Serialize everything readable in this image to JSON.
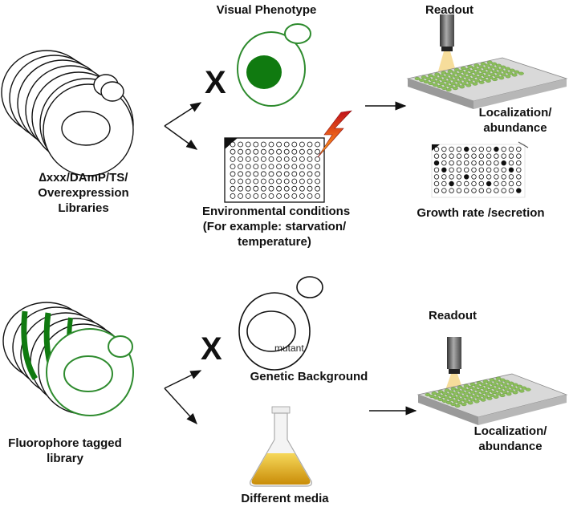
{
  "colors": {
    "green": "#2e8b2e",
    "dark_green": "#107a10",
    "well_green": "#8bbf5a",
    "plate_face": "#d9d9d9",
    "beam": "#f3d27a",
    "flask_liquid": "#e8b81e"
  },
  "top": {
    "library_label": [
      "∆xxx/DAmP/TS/",
      "Overexpression",
      "Libraries"
    ],
    "cross_symbol": "X",
    "visual_phenotype": "Visual Phenotype",
    "env_label": [
      "Environmental conditions",
      "(For example: starvation/",
      "temperature)"
    ],
    "readout": "Readout",
    "localization": [
      "Localization/",
      "abundance"
    ],
    "growth": "Growth rate /secretion",
    "icons": [
      "library-cells-icon",
      "yeast-cell-icon",
      "multiwell-plate-icon",
      "lightning-icon",
      "microscope-objective-icon",
      "growth-plate-icon"
    ]
  },
  "bottom": {
    "library_label": [
      "Fluorophore tagged",
      "library"
    ],
    "cross_symbol": "X",
    "mutant": "mutant",
    "genetic_background": "Genetic Background",
    "media": "Different media",
    "readout": "Readout",
    "localization": [
      "Localization/",
      "abundance"
    ],
    "icons": [
      "tagged-library-icon",
      "mutant-cell-icon",
      "flask-icon",
      "microscope-objective-icon"
    ]
  }
}
